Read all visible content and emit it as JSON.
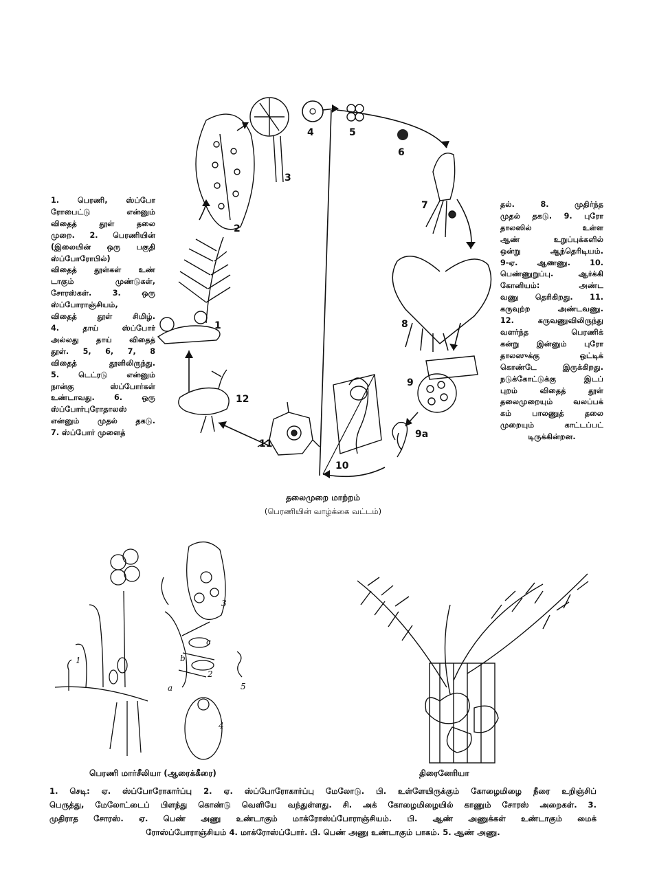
{
  "left_column": {
    "lines": [
      "1. பெரணி, ஸ்ப்போ",
      "ரோபைட்டு என்னும்",
      "விதைத் தூள் தலை",
      "முறை. 2. பெரணியின்",
      "(இலையின் ஒரு பகுதி",
      "ஸ்ப்போரோபில்)",
      "விதைத் தூள்கள் உண்",
      "டாகும் முண்டுகள்,",
      "சோரஸ்கள். 3. ஒரு",
      "ஸ்ப்போராஞ்சியம்,",
      "விதைத் தூள் சிமிழ்.",
      "4. தாய் ஸ்ப்போர்",
      "அல்லது தாய் விதைத்",
      "தூள். 5, 6, 7, 8",
      "விதைத் தூளிலிருந்து.",
      "5. டெட்ரடு என்னும்",
      "நான்கு ஸ்ப்போர்கள்",
      "உண்டாவது. 6. ஒரு",
      "ஸ்ப்போர்புரோதாலஸ்",
      "என்னும் முதல் தகடு.",
      "7. ஸ்ப்போர் முளைத்"
    ]
  },
  "right_column": {
    "lines": [
      "தல். 8. முதிர்ந்த",
      "முதல் தகடு. 9. புரோ",
      "தாலஸில் உள்ள",
      "ஆண் உறுப்புக்களில்",
      "ஒன்று ஆந்தெரிடியம்.",
      "9-ஏ. ஆணணு. 10.",
      "பெண்ணுறுப்பு. ஆர்க்கி",
      "கோனியம்: அண்ட",
      "வணு தெரிகிறது. 11.",
      "கருவுற்ற அண்டவணு.",
      "12. கருவணுவிலிருந்து",
      "வளர்ந்த பெரணிக்",
      "கன்று இன்னும் புரோ",
      "தாலஸுக்கு ஒட்டிக்",
      "கொண்டே இருக்கிறது.",
      "நடுக்கோட்டுக்கு இடப்",
      "புறம் விதைத் தூள்",
      "தலைமுறையும் வலப்பக்",
      "கம் பாலணுத் தலை",
      "முறையும் காட்டப்பட்",
      "டிருக்கின்றன."
    ]
  },
  "cycle_diagram": {
    "stage_labels": [
      "1",
      "2",
      "3",
      "4",
      "5",
      "6",
      "7",
      "8",
      "9",
      "9a",
      "10",
      "11",
      "12"
    ],
    "title": "தலைமுறை மாற்றம்",
    "subtitle": "(பெரணியின் வாழ்க்கை வட்டம்)"
  },
  "marsilea_figure": {
    "labels": [
      "1",
      "2",
      "3",
      "4",
      "5",
      "a",
      "b",
      "c"
    ],
    "caption": "பெரணி மார்சீலியா (ஆரைக்கீரை)"
  },
  "trichomanes_figure": {
    "caption": "திரைனேரியா"
  },
  "footnote": {
    "lines": [
      "1. செடி: ஏ. ஸ்ப்போரோகார்ப்பு 2. ஏ. ஸ்ப்போரோகார்ப்பு மேலோடு. பி. உள்ளேயிருக்கும் கோழைமிழை நீரை உறிஞ்சிப்",
      "பெருத்து, மேலோட்டைப் பிளந்து கொண்டு வெளியே வந்துள்ளது. சி. அக் கோழைமிழையில் காணும் சோரஸ் அறைகள். 3.",
      "முதிராத சோரஸ். ஏ. பெண் அணு உண்டாகும் மாக்ரோஸ்ப்போராஞ்சியம். பி. ஆண் அணுக்கள் உண்டாகும் மைக்",
      "ரோஸ்ப்போராஞ்சியம் 4. மாக்ரோஸ்ப்போர். பி. பெண் அணு உண்டாகும் பாகம். 5. ஆண் அணு."
    ]
  },
  "colors": {
    "ink": "#111111",
    "paper": "#ffffff"
  }
}
